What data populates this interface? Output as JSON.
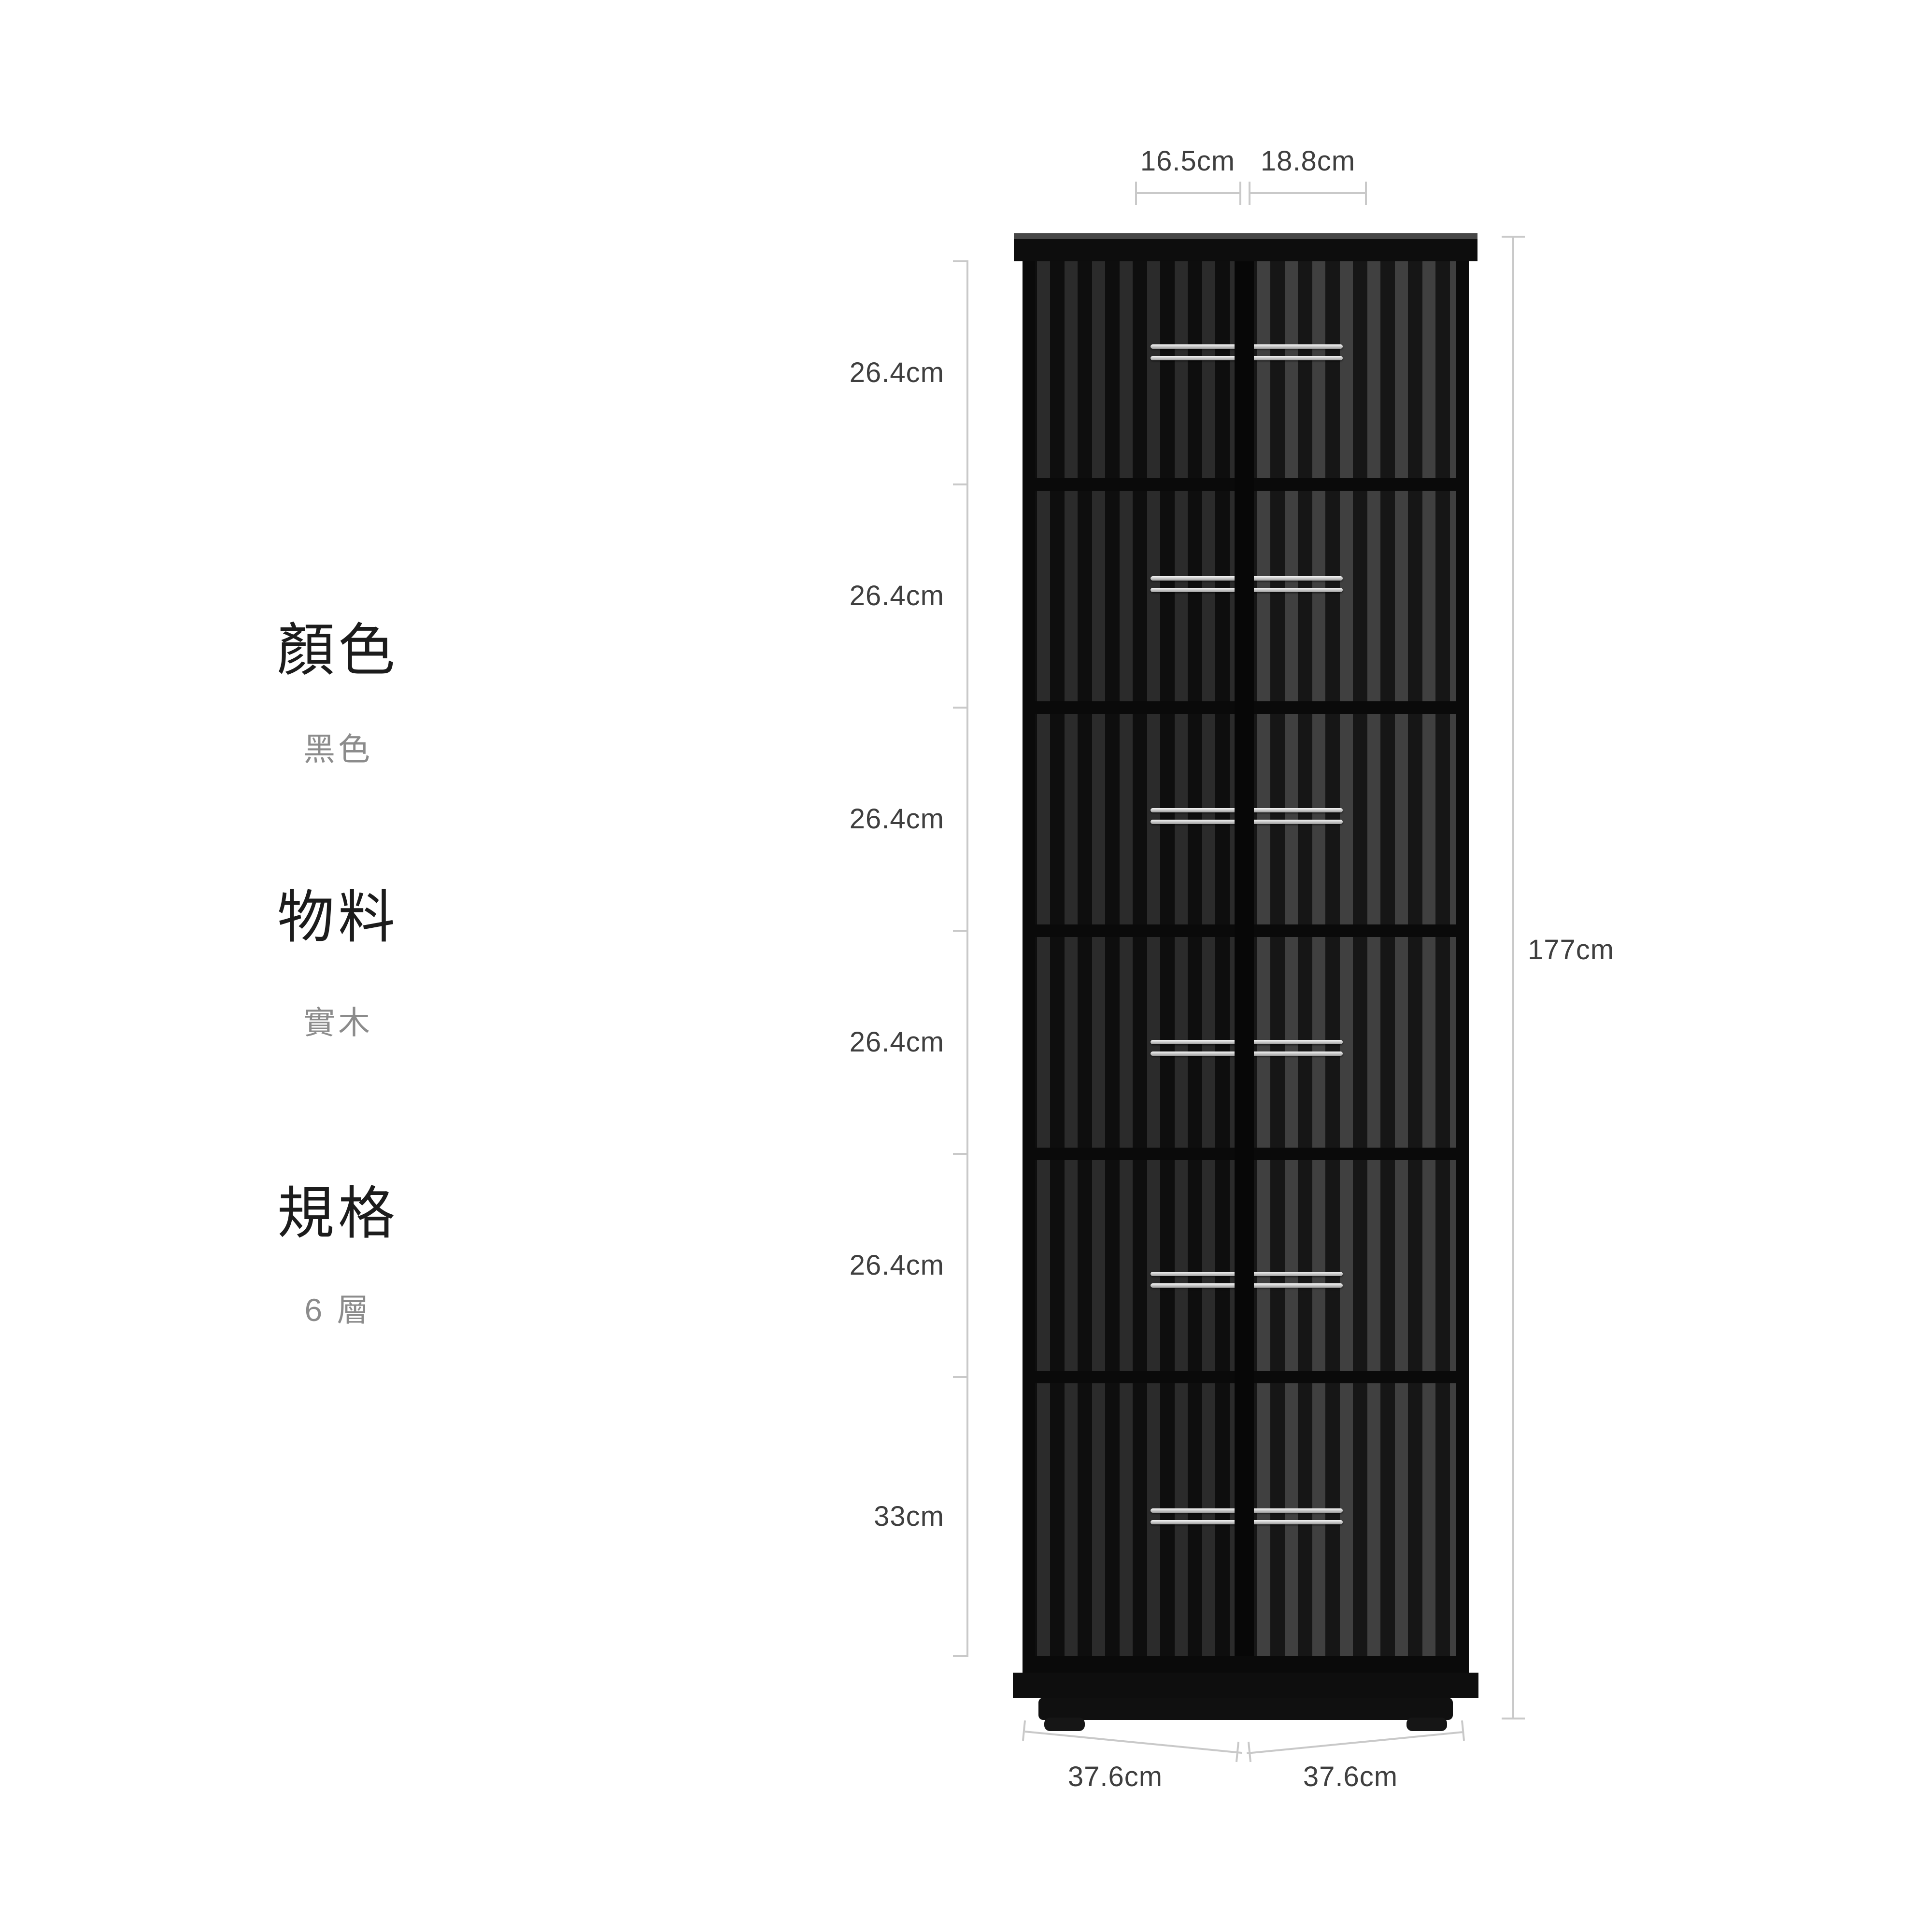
{
  "specs": [
    {
      "title": "顏色",
      "value": "黑色"
    },
    {
      "title": "物料",
      "value": "實木"
    },
    {
      "title": "規格",
      "value": "6 層"
    }
  ],
  "dimensions": {
    "top_width_left": "16.5cm",
    "top_width_right": "18.8cm",
    "tiers": [
      "26.4cm",
      "26.4cm",
      "26.4cm",
      "26.4cm",
      "26.4cm",
      "33cm"
    ],
    "total_height": "177cm",
    "base_depth": "37.6cm",
    "base_width": "37.6cm"
  },
  "colors": {
    "shelf_body": "#141414",
    "shelf_gap": "#404040",
    "chrome_rail": "#d9d9d9",
    "dimension_line": "#c9c9c9",
    "dimension_text": "#3f3f3f",
    "spec_title_text": "#1c1c1c",
    "spec_value_text": "#8c8c8c",
    "background": "#ffffff"
  }
}
